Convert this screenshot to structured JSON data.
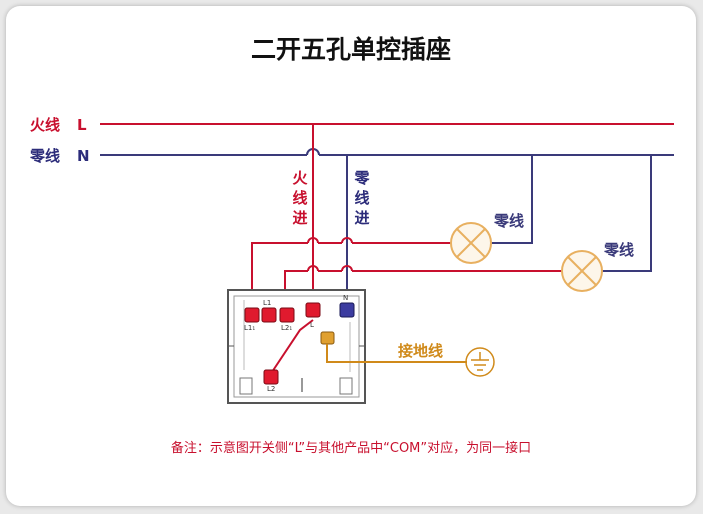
{
  "title": "二开五孔单控插座",
  "live_line": {
    "name": "火线",
    "letter": "L"
  },
  "neutral_line": {
    "name": "零线",
    "letter": "N"
  },
  "live_in_chars": [
    "火",
    "线",
    "进"
  ],
  "neutral_in_chars": [
    "零",
    "线",
    "进"
  ],
  "lamp_1_label": "零线",
  "lamp_2_label": "零线",
  "ground_label": "接地线",
  "terminals": {
    "l11": "L1₁",
    "l1": "L1",
    "l21": "L2₁",
    "l": "L",
    "n": "N",
    "l2": "L2"
  },
  "note": "备注：示意图开关侧“L”与其他产品中“COM”对应，为同一接口",
  "colors": {
    "live": "#c8102e",
    "neutral": "#2c2c7a",
    "ground": "#d08a1a",
    "lamp": "#e8b060",
    "lamp_fill": "#fdf6ea"
  }
}
